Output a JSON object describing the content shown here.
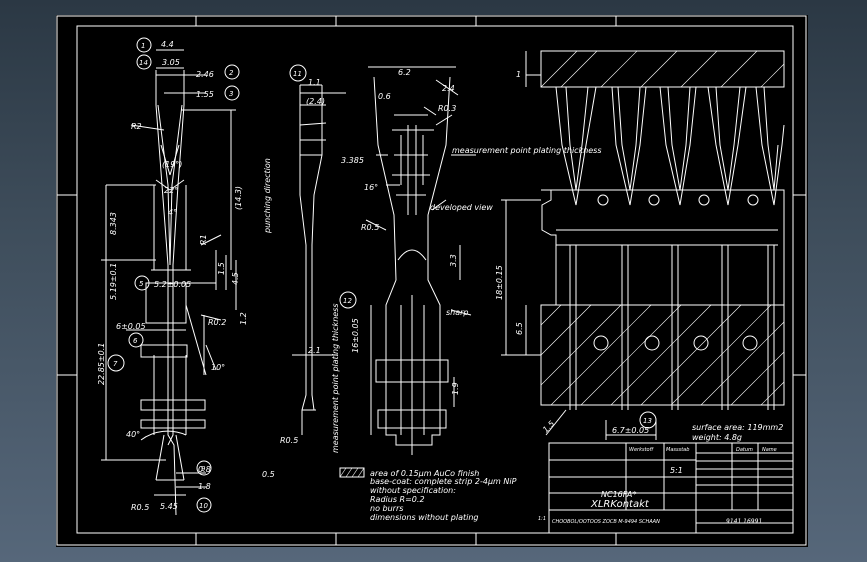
{
  "labels": {
    "d_44": "4.4",
    "d_305": "3.05",
    "d_246": "2.46",
    "d_155": "1.55",
    "d_r2": "R2",
    "d_19deg": "(19°)",
    "d_22deg": "22°",
    "d_4deg": "4°",
    "d_8343": "8.343",
    "d_143": "(14.3)",
    "d_r1": "R1",
    "d_519": "5.19±0.1",
    "d_15": "1.5",
    "d_45": "4.5",
    "d_52": "5.2±0.05",
    "d_r02": "R0.2",
    "d_12": "1.2",
    "d_6": "6±0.05",
    "d_2285": "22.85±0.1",
    "d_10deg": "10°",
    "d_40deg": "40°",
    "d_08": "0.8",
    "d_18": "1.8",
    "d_545": "5.45",
    "d_r05a": "R0.5",
    "d_11": "1.1",
    "d_24a": "(2.4)",
    "punch_dir": "punching direction",
    "d_21": "2.1",
    "d_r05b": "R0.5",
    "d_05": "0.5",
    "meas_plating": "measurement point plating thickness",
    "d_62": "6.2",
    "d_24b": "2.4",
    "d_06": "0.6",
    "d_r03": "R0.3",
    "meas_point": "measurement point plating thickness",
    "d_3385": "3.385",
    "d_16deg": "16°",
    "dev_view": "developed view",
    "d_r05c": "R0.5",
    "d_33": "3.3",
    "d_16": "16±0.05",
    "sharp": "sharp",
    "d_19": "1.9",
    "d_1": "1",
    "d_18015": "18±0.15",
    "d_65": "6.5",
    "d_67": "6.7±0.05",
    "d_15b": "1.5",
    "surface_area": "surface area: 119mm2",
    "weight": "weight: 4.8g",
    "bubbles": [
      "1",
      "14",
      "2",
      "3",
      "11",
      "5",
      "6",
      "7",
      "12",
      "9",
      "10",
      "13"
    ],
    "notes": [
      "area of 0.15μm AuCo finish",
      "base-coat: complete strip 2-4μm NiP",
      "without specification:",
      "Radius R=0.2",
      "no burrs",
      "dimensions without plating"
    ],
    "tb_material": "Werkstoff",
    "tb_scale": "Massstab",
    "tb_date": "Datum",
    "tb_name": "Name",
    "tb_scale_val": "5:1",
    "tb_part_no": "NC16FA*",
    "tb_title": "XLRKontakt",
    "tb_drawing_no": "9141 16991",
    "tb_company": "CHOOBOL/OOTOOS ZOCB M-9494 SCHAAN",
    "tb_sheet": "1:1"
  }
}
